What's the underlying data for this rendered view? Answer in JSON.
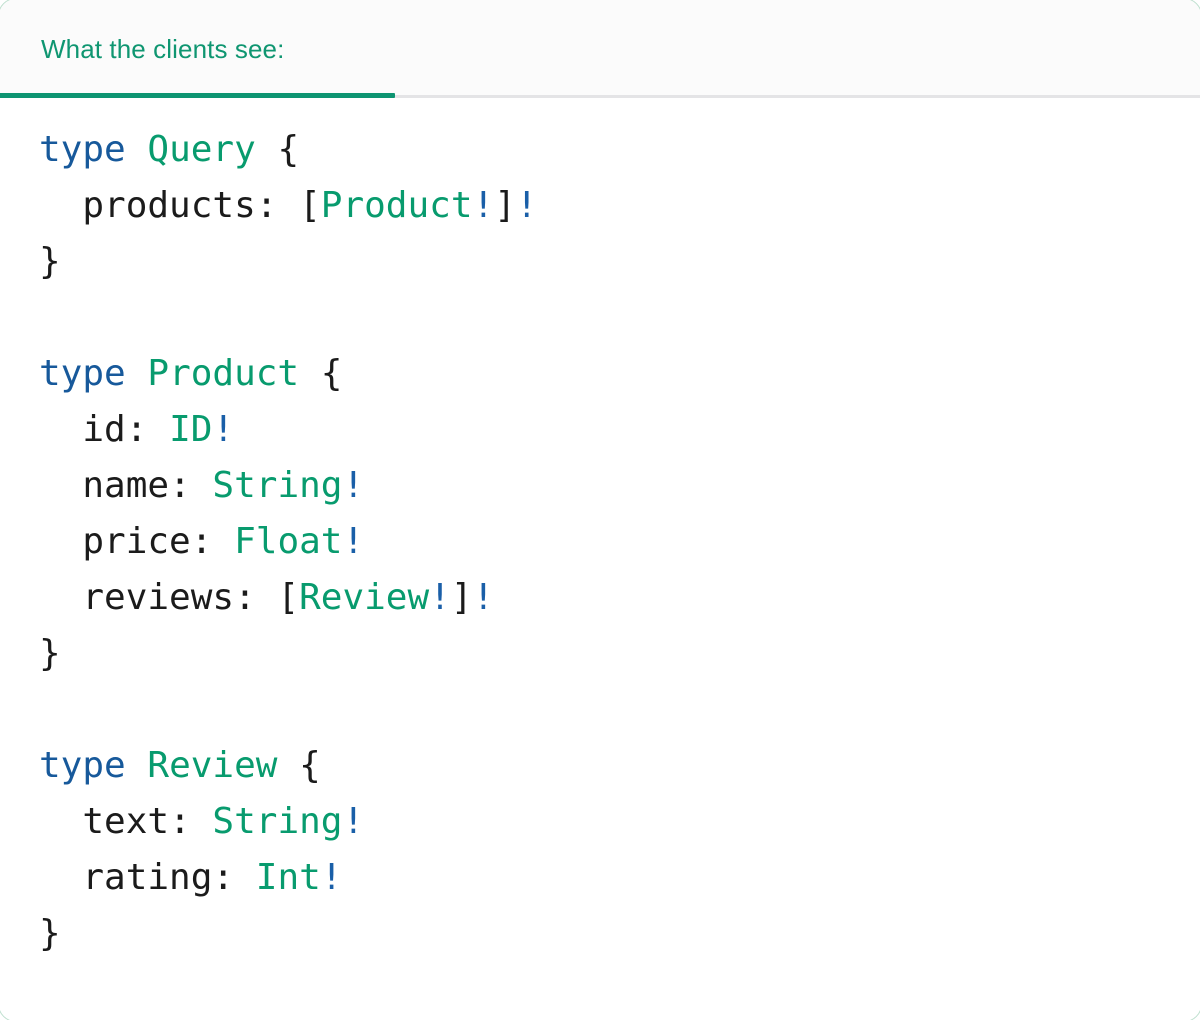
{
  "panel": {
    "name": "schema-preview-panel",
    "accent_color": "#0d9471",
    "header_background": "#fbfbfb",
    "body_background": "#ffffff",
    "border_color": "#bfe0cf"
  },
  "header": {
    "tab_label": "What the clients see:",
    "tab_active": true,
    "underline_color": "#0d9471",
    "baseline_color": "#e4e4e6",
    "label_color": "#0f9671"
  },
  "code": {
    "language": "graphql",
    "colors": {
      "keyword": "#17599b",
      "type_name": "#089b6e",
      "punctuation": "#1b1b1b",
      "field_name": "#1b1b1b",
      "non_null_bang": "#1a5fa8"
    },
    "plain_text": "type Query {\n  products: [Product!]!\n}\n\ntype Product {\n  id: ID!\n  name: String!\n  price: Float!\n  reviews: [Review!]!\n}\n\ntype Review {\n  text: String!\n  rating: Int!\n}",
    "lines": [
      {
        "tokens": [
          {
            "t": "type",
            "k": "kw"
          },
          {
            "t": " ",
            "k": "punct"
          },
          {
            "t": "Query",
            "k": "type"
          },
          {
            "t": " {",
            "k": "punct"
          }
        ]
      },
      {
        "tokens": [
          {
            "t": "  ",
            "k": "punct"
          },
          {
            "t": "products",
            "k": "field"
          },
          {
            "t": ": [",
            "k": "punct"
          },
          {
            "t": "Product",
            "k": "type"
          },
          {
            "t": "!",
            "k": "bang"
          },
          {
            "t": "]",
            "k": "punct"
          },
          {
            "t": "!",
            "k": "bang"
          }
        ]
      },
      {
        "tokens": [
          {
            "t": "}",
            "k": "punct"
          }
        ]
      },
      {
        "tokens": [
          {
            "t": "",
            "k": "punct"
          }
        ]
      },
      {
        "tokens": [
          {
            "t": "type",
            "k": "kw"
          },
          {
            "t": " ",
            "k": "punct"
          },
          {
            "t": "Product",
            "k": "type"
          },
          {
            "t": " {",
            "k": "punct"
          }
        ]
      },
      {
        "tokens": [
          {
            "t": "  ",
            "k": "punct"
          },
          {
            "t": "id",
            "k": "field"
          },
          {
            "t": ": ",
            "k": "punct"
          },
          {
            "t": "ID",
            "k": "type"
          },
          {
            "t": "!",
            "k": "bang"
          }
        ]
      },
      {
        "tokens": [
          {
            "t": "  ",
            "k": "punct"
          },
          {
            "t": "name",
            "k": "field"
          },
          {
            "t": ": ",
            "k": "punct"
          },
          {
            "t": "String",
            "k": "type"
          },
          {
            "t": "!",
            "k": "bang"
          }
        ]
      },
      {
        "tokens": [
          {
            "t": "  ",
            "k": "punct"
          },
          {
            "t": "price",
            "k": "field"
          },
          {
            "t": ": ",
            "k": "punct"
          },
          {
            "t": "Float",
            "k": "type"
          },
          {
            "t": "!",
            "k": "bang"
          }
        ]
      },
      {
        "tokens": [
          {
            "t": "  ",
            "k": "punct"
          },
          {
            "t": "reviews",
            "k": "field"
          },
          {
            "t": ": [",
            "k": "punct"
          },
          {
            "t": "Review",
            "k": "type"
          },
          {
            "t": "!",
            "k": "bang"
          },
          {
            "t": "]",
            "k": "punct"
          },
          {
            "t": "!",
            "k": "bang"
          }
        ]
      },
      {
        "tokens": [
          {
            "t": "}",
            "k": "punct"
          }
        ]
      },
      {
        "tokens": [
          {
            "t": "",
            "k": "punct"
          }
        ]
      },
      {
        "tokens": [
          {
            "t": "type",
            "k": "kw"
          },
          {
            "t": " ",
            "k": "punct"
          },
          {
            "t": "Review",
            "k": "type"
          },
          {
            "t": " {",
            "k": "punct"
          }
        ]
      },
      {
        "tokens": [
          {
            "t": "  ",
            "k": "punct"
          },
          {
            "t": "text",
            "k": "field"
          },
          {
            "t": ": ",
            "k": "punct"
          },
          {
            "t": "String",
            "k": "type"
          },
          {
            "t": "!",
            "k": "bang"
          }
        ]
      },
      {
        "tokens": [
          {
            "t": "  ",
            "k": "punct"
          },
          {
            "t": "rating",
            "k": "field"
          },
          {
            "t": ": ",
            "k": "punct"
          },
          {
            "t": "Int",
            "k": "type"
          },
          {
            "t": "!",
            "k": "bang"
          }
        ]
      },
      {
        "tokens": [
          {
            "t": "}",
            "k": "punct"
          }
        ]
      }
    ]
  }
}
